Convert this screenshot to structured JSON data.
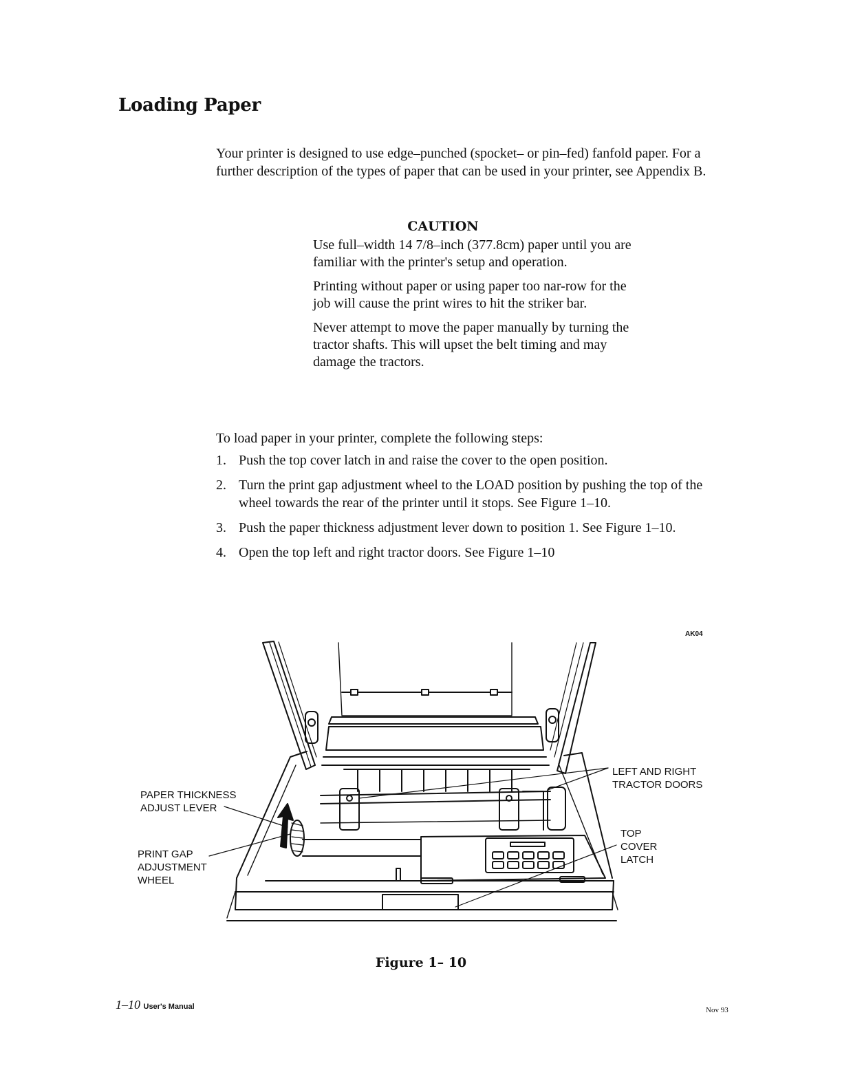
{
  "page": {
    "title": "Loading Paper",
    "intro": "Your printer is designed to use edge–punched (spocket– or pin–fed) fanfold paper. For a further description of the types of paper that can be used in your printer, see Appendix B."
  },
  "caution": {
    "heading": "CAUTION",
    "paragraphs": [
      "Use full–width 14 7/8–inch (377.8cm) paper until you are familiar with the printer's setup and operation.",
      "Printing without paper or using paper too nar-row for the job will cause the print wires to hit the striker bar.",
      "Never attempt to move the paper manually by turning the tractor shafts. This will upset the belt timing and may damage the tractors."
    ]
  },
  "steps": {
    "lead": "To load paper in your printer, complete the following steps:",
    "items": [
      {
        "num": "1.",
        "text": "Push the top cover latch in and raise the cover to the open position."
      },
      {
        "num": "2.",
        "text": "Turn the print gap adjustment wheel to the LOAD position by pushing the top of the wheel towards the rear of the printer until it stops. See Figure 1–10."
      },
      {
        "num": "3.",
        "text": "Push the paper thickness adjustment lever down to position 1. See Figure 1–10."
      },
      {
        "num": "4.",
        "text": "Open the top left and right tractor doors. See Figure  1–10"
      }
    ]
  },
  "figure": {
    "id": "AK04",
    "callouts": {
      "paper_thickness": "PAPER THICKNESS\nADJUST LEVER",
      "print_gap": "PRINT GAP\nADJUSTMENT\nWHEEL",
      "tractor_doors": "LEFT AND RIGHT\nTRACTOR DOORS",
      "top_cover": "TOP\nCOVER\nLATCH"
    },
    "caption": "Figure 1– 10"
  },
  "footer": {
    "page_num": "1–10",
    "manual": "User's Manual",
    "date": "Nov 93"
  }
}
